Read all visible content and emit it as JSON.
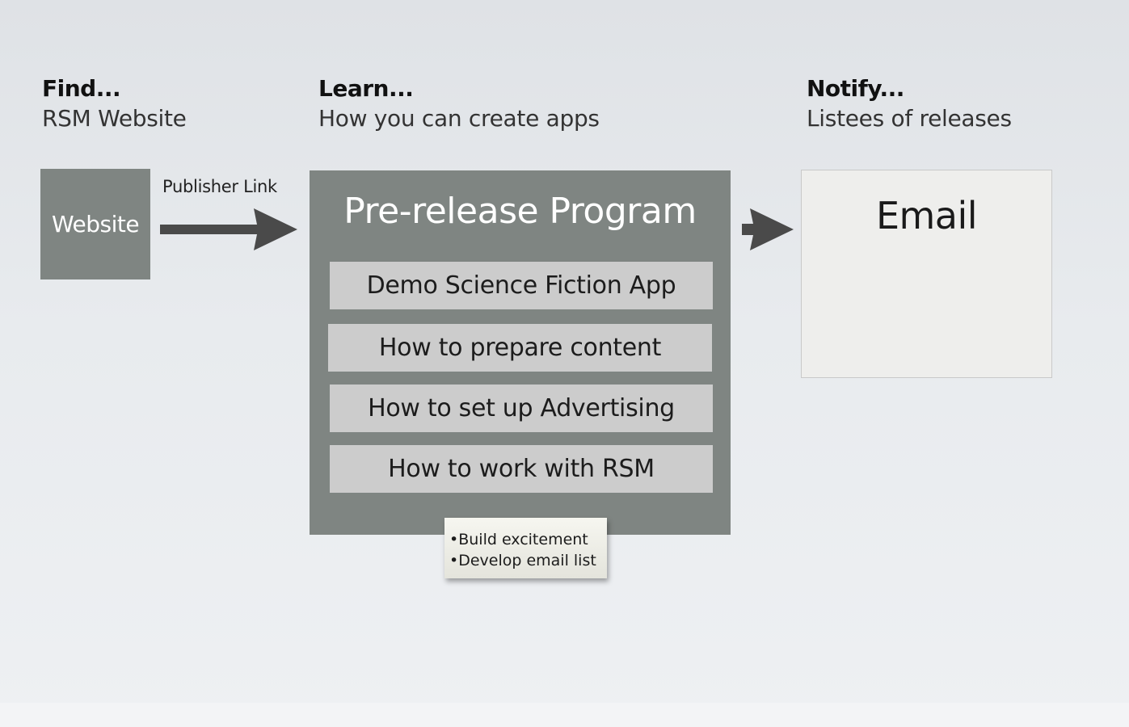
{
  "columns": {
    "find": {
      "title": "Find...",
      "subtitle": "RSM Website"
    },
    "learn": {
      "title": "Learn...",
      "subtitle": "How you can create apps"
    },
    "notify": {
      "title": "Notify...",
      "subtitle": "Listees of releases"
    }
  },
  "website_box": {
    "label": "Website"
  },
  "publisher_link": {
    "label": "Publisher Link"
  },
  "program": {
    "title": "Pre-release Program",
    "items": [
      "Demo Science Fiction App",
      "How to prepare content",
      "How to set up Advertising",
      "How to work with RSM"
    ]
  },
  "note": {
    "lines": [
      "•Build excitement",
      "•Develop email list"
    ]
  },
  "email_box": {
    "label": "Email"
  },
  "colors": {
    "box_gray": "#7f8582",
    "item_gray": "#cccccc",
    "arrow": "#4a4a4a"
  }
}
